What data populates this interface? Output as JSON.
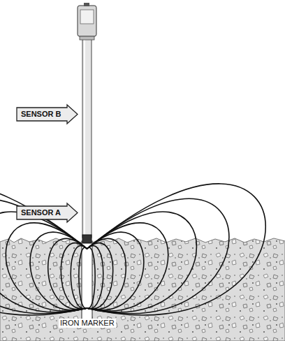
{
  "diagram": {
    "nodes": [
      {
        "text": [
          "SENSOR B"
        ]
      },
      {
        "text": [
          "SENSOR A"
        ]
      }
    ],
    "labels": [
      "IRON MARKER"
    ]
  }
}
